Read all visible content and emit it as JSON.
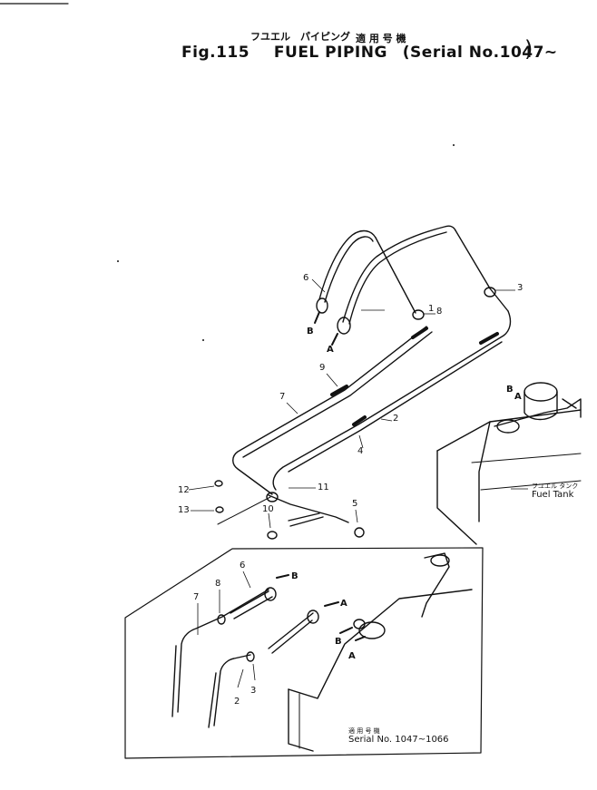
{
  "header": {
    "figure_number": "Fig.115",
    "title_en": "FUEL PIPING",
    "title_jp": "フユエル　パイピング",
    "serial_note_jp": "適 用 号 機",
    "serial_note_en": "(Serial No.1047~",
    "serial_close": ")"
  },
  "callouts": [
    "1",
    "2",
    "3",
    "4",
    "5",
    "6",
    "7",
    "8",
    "9",
    "10",
    "11",
    "12",
    "13"
  ],
  "inset_callouts": [
    "2",
    "3",
    "6",
    "7",
    "8"
  ],
  "refs": [
    "A",
    "B"
  ],
  "tank_label": {
    "jp": "フユエル タンク",
    "en": "Fuel Tank"
  },
  "inset_serial": {
    "jp": "適 用 号 機",
    "en": "Serial No. 1047~1066"
  }
}
